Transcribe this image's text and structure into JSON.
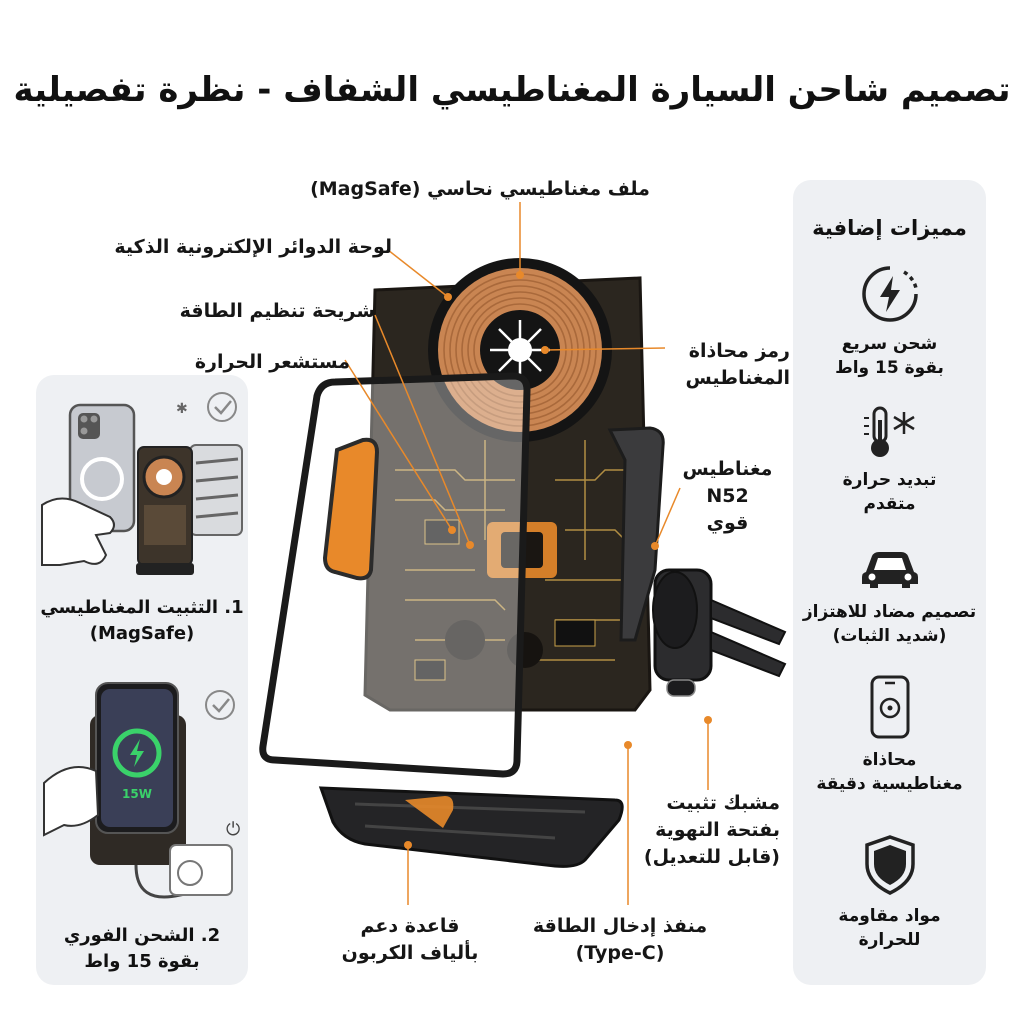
{
  "title": "تصميم شاحن السيارة المغناطيسي الشفاف - نظرة تفصيلية",
  "callouts": {
    "coil": "ملف مغناطيسي نحاسي (MagSafe)",
    "pcb": "لوحة الدوائر الإلكترونية الذكية",
    "chip": "شريحة تنظيم الطاقة",
    "sensor": "مستشعر الحرارة",
    "align_line1": "رمز محاذاة",
    "align_line2": "المغناطيس",
    "magnets_line1": "مغناطيس",
    "magnets_line2": "N52",
    "magnets_line3": "قوي",
    "vent_line1": "مشبك تثبيت",
    "vent_line2": "بفتحة التهوية",
    "vent_line3": "(قابل للتعديل)",
    "port_line1": "منفذ إدخال الطاقة",
    "port_line2": "(Type-C)",
    "base_line1": "قاعدة دعم",
    "base_line2": "بألياف الكربون"
  },
  "left_panel": {
    "step1_line1": "1. التثبيت المغناطيسي",
    "step1_line2": "(MagSafe)",
    "step2_line1": "2. الشحن الفوري",
    "step2_line2": "بقوة 15 واط",
    "screen_badge": "15W"
  },
  "features": {
    "title": "مميزات إضافية",
    "items": [
      {
        "icon": "fast-charge-icon",
        "line1": "شحن سريع",
        "line2": "بقوة 15 واط"
      },
      {
        "icon": "thermometer-snowflake-icon",
        "line1": "تبديد حرارة",
        "line2": "متقدم"
      },
      {
        "icon": "car-icon",
        "line1": "تصميم مضاد للاهتزاز",
        "line2": "(شديد الثبات)"
      },
      {
        "icon": "phone-magnet-icon",
        "line1": "محاذاة",
        "line2": "مغناطيسية دقيقة"
      },
      {
        "icon": "shield-icon",
        "line1": "مواد مقاومة",
        "line2": "للحرارة"
      }
    ]
  },
  "colors": {
    "accent_orange": "#e8892a",
    "copper": "#c98552",
    "pcb_dark": "#2b261f",
    "panel_bg": "#eef0f3",
    "green_charge": "#3ad26a"
  }
}
